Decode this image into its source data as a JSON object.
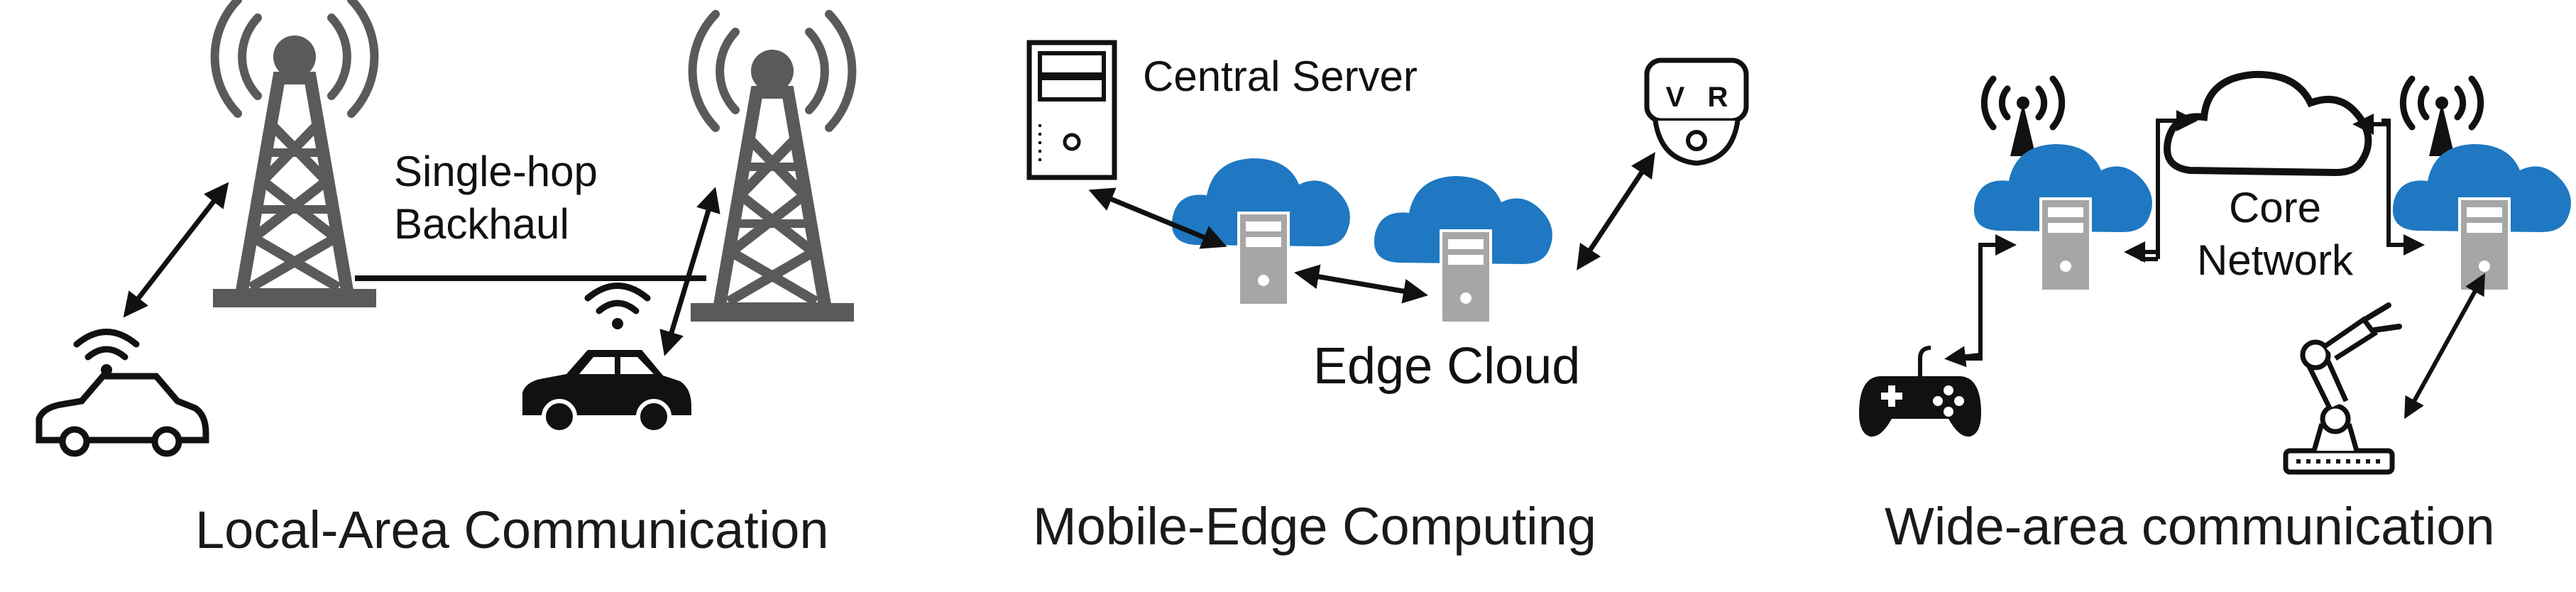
{
  "panels": [
    {
      "caption": "Local-Area Communication",
      "backhaul_label_line1": "Single-hop",
      "backhaul_label_line2": "Backhaul"
    },
    {
      "caption": "Mobile-Edge Computing",
      "server_label": "Central Server",
      "edge_label": "Edge Cloud",
      "vr_letters": [
        "V",
        "R"
      ]
    },
    {
      "caption": "Wide-area communication",
      "core_label_line1": "Core",
      "core_label_line2": "Network"
    }
  ],
  "colors": {
    "tower": "#5a5a5a",
    "cloud_blue": "#1f78c1",
    "server_gray": "#a6a6a6",
    "icon_black": "#111111"
  },
  "icons": [
    "cell-tower-icon",
    "car-icon",
    "server-icon",
    "edge-cloud-server-icon",
    "vr-headset-icon",
    "cloud-icon",
    "gamepad-icon",
    "robot-arm-icon"
  ]
}
